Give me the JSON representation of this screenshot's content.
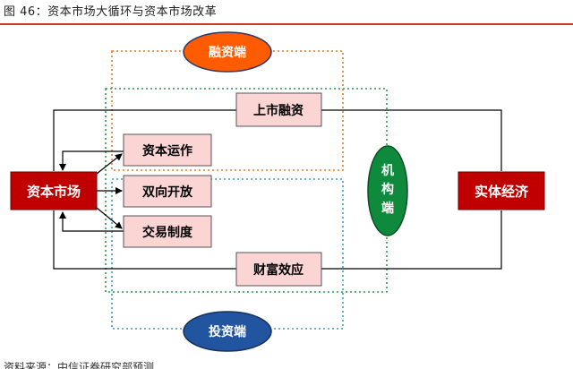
{
  "caption": "图 46：资本市场大循环与资本市场改革",
  "footer": "资料来源：中信证券研究部预测",
  "nodes": {
    "capital_market": "资本市场",
    "real_economy": "实体经济",
    "ipo_financing": "上市融资",
    "wealth_effect": "财富效应",
    "capital_operation": "资本运作",
    "two_way_opening": "双向开放",
    "trading_system": "交易制度",
    "financing_side": "融资端",
    "investing_side": "投资端",
    "institution_side": "机构端"
  },
  "colors": {
    "red_box": "#c00000",
    "pink_box": "#fbd4d4",
    "orange_ellipse": "#ff5b00",
    "blue_ellipse": "#2155a0",
    "green_ellipse": "#0f8a3d",
    "orange_dotted": "#e07b2a",
    "green_dotted": "#2e9a4a",
    "blue_dotted": "#3c9dc8"
  }
}
